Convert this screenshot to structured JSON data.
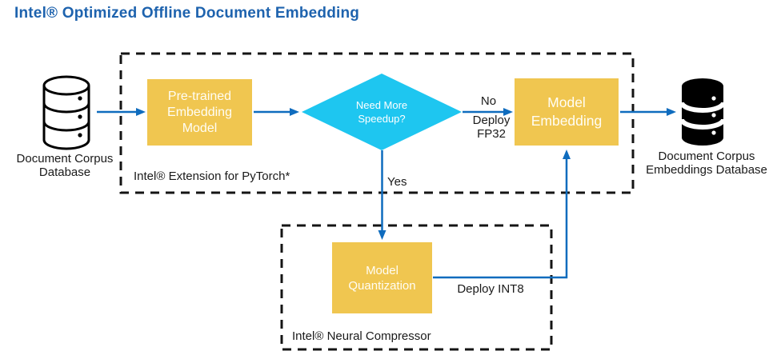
{
  "title": "Intel® Optimized Offline Document Embedding",
  "colors": {
    "title_blue": "#1E63AE",
    "connector_blue": "#0F6CBE",
    "node_yellow": "#F0C650",
    "decision_cyan": "#1EC6F0",
    "dashed_border": "#141414"
  },
  "nodes": {
    "source_database": {
      "icon": "database-outline-icon",
      "label_line1": "Document Corpus",
      "label_line2": "Database"
    },
    "pretrained_model": {
      "label": "Pre-trained Embedding Model"
    },
    "decision": {
      "label": "Need More Speedup?"
    },
    "model_embedding": {
      "label": "Model Embedding"
    },
    "model_quantization": {
      "label": "Model Quantization"
    },
    "output_database": {
      "icon": "database-filled-icon",
      "label_line1": "Document Corpus",
      "label_line2": "Embeddings Database"
    }
  },
  "containers": {
    "pytorch_extension": {
      "label": "Intel® Extension for PyTorch*"
    },
    "neural_compressor": {
      "label": "Intel® Neural Compressor"
    }
  },
  "edge_labels": {
    "no": "No",
    "deploy_fp32": "Deploy FP32",
    "yes": "Yes",
    "deploy_int8": "Deploy INT8"
  }
}
